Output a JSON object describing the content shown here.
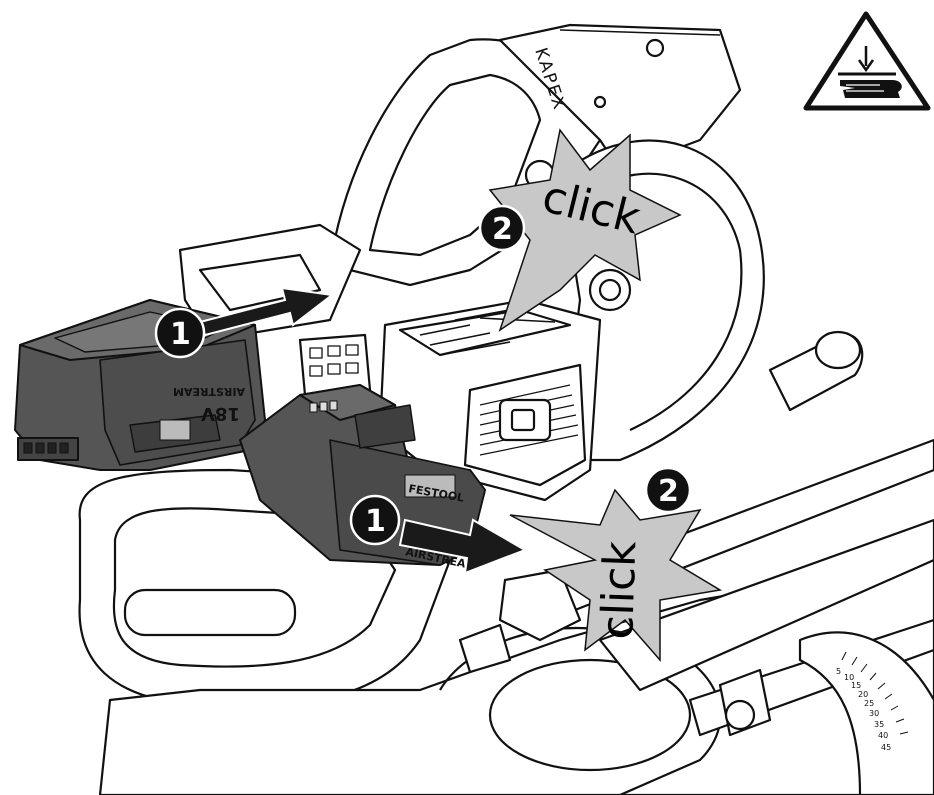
{
  "brand": "KAPEX",
  "battery_brand": "AIRSTREAM",
  "battery_voltage": "18V",
  "battery_label_top": "FESTOOL",
  "steps": {
    "step1_label": "1",
    "step2_label": "2",
    "click_text": "click"
  },
  "scale_ticks": [
    "5",
    "10",
    "15",
    "20",
    "25",
    "30",
    "35",
    "40",
    "45"
  ],
  "colors": {
    "battery_fill": "#555555",
    "battery_top": "#6a6a6a",
    "arrow_fill": "#1a1a1a",
    "burst_fill": "#c8c8c8",
    "outline": "#111111",
    "badge_fill": "#111111"
  },
  "icons": [
    "hand-crush-warning-icon"
  ]
}
